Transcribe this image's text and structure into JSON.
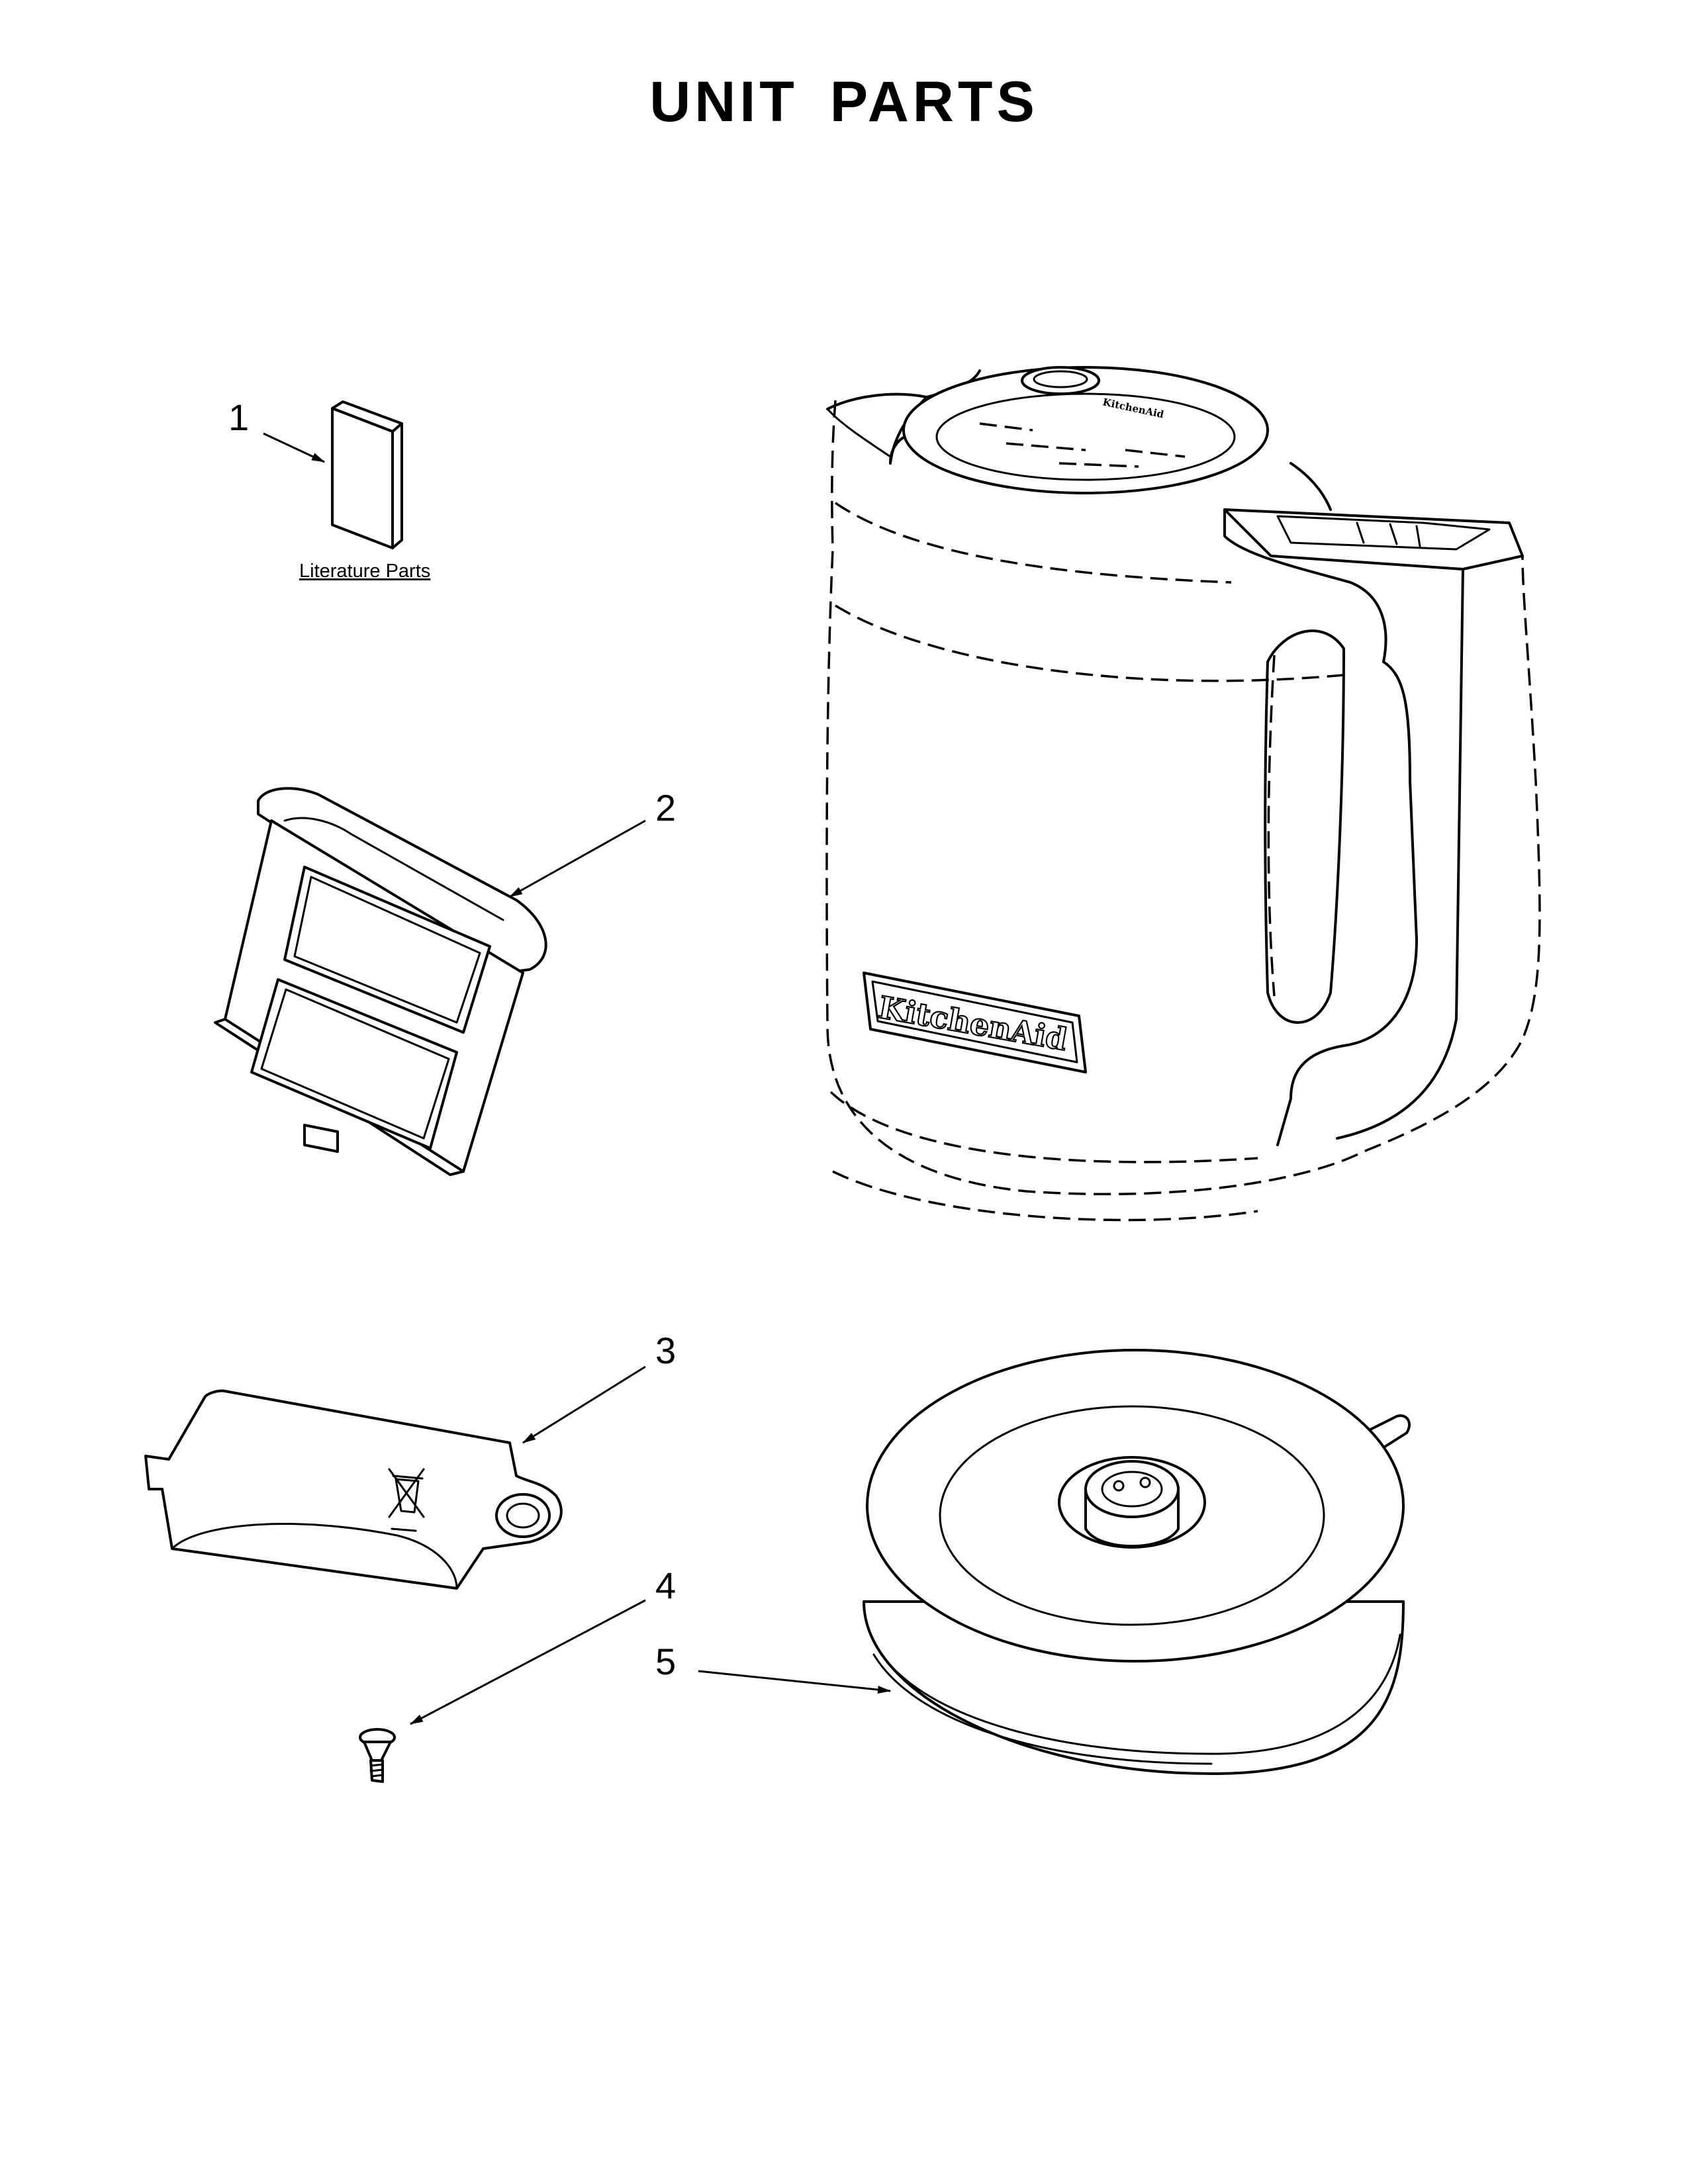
{
  "title": "UNIT  PARTS",
  "parts": [
    {
      "number": "1",
      "label": "Literature Parts"
    },
    {
      "number": "2",
      "label": ""
    },
    {
      "number": "3",
      "label": ""
    },
    {
      "number": "4",
      "label": ""
    },
    {
      "number": "5",
      "label": ""
    }
  ],
  "brand_mark": "KitchenAid",
  "colors": {
    "line": "#000000",
    "background": "#ffffff"
  }
}
